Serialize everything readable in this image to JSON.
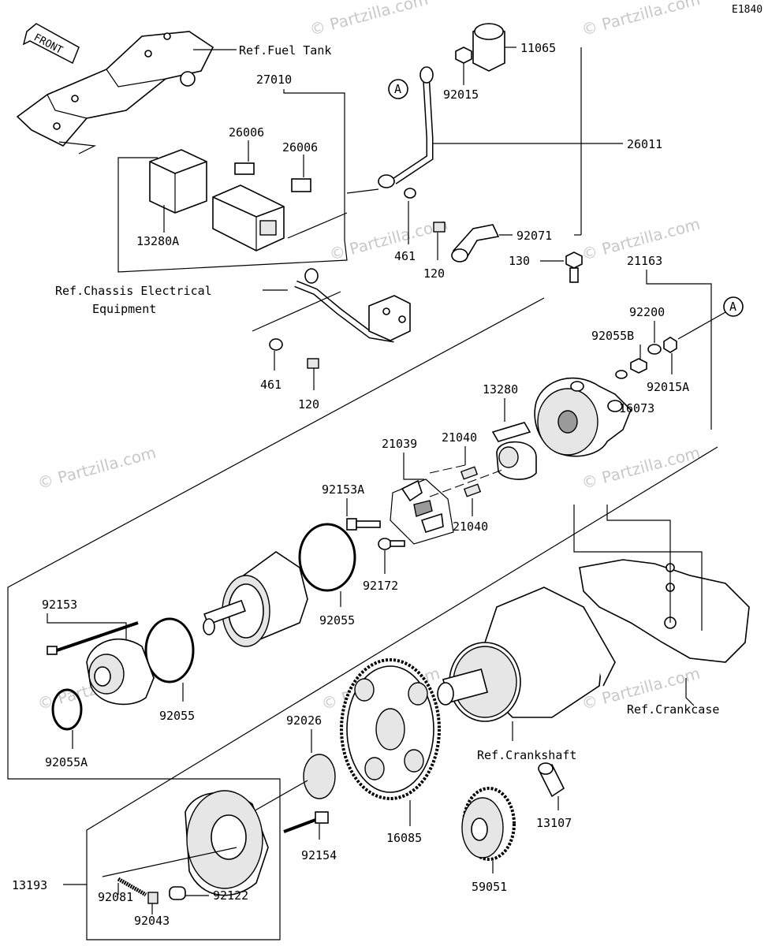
{
  "diagram_code": "E1840",
  "front_arrow": "FRONT",
  "watermark": "© Partzilla.com",
  "callout_a": "A",
  "labels": {
    "ref_fuel_tank": "Ref.Fuel Tank",
    "p11065": "11065",
    "p27010": "27010",
    "p92015": "92015",
    "p26006_a": "26006",
    "p26006_b": "26006",
    "p26011": "26011",
    "p13280a": "13280A",
    "p461_a": "461",
    "p120_a": "120",
    "p92071": "92071",
    "p130": "130",
    "p21163": "21163",
    "ref_chassis_1": "Ref.Chassis Electrical",
    "ref_chassis_2": "Equipment",
    "p92200": "92200",
    "p92055b": "92055B",
    "p461_b": "461",
    "p120_b": "120",
    "p92015a": "92015A",
    "p13280": "13280",
    "p16073": "16073",
    "p21039": "21039",
    "p21040_a": "21040",
    "p92153a": "92153A",
    "p21040_b": "21040",
    "p92172": "92172",
    "p92153": "92153",
    "p92055_a": "92055",
    "p92055_b": "92055",
    "p92055a": "92055A",
    "p92026": "92026",
    "ref_crankcase": "Ref.Crankcase",
    "ref_crankshaft": "Ref.Crankshaft",
    "p16085": "16085",
    "p13107": "13107",
    "p92154": "92154",
    "p13193": "13193",
    "p92122": "92122",
    "p92081": "92081",
    "p92043": "92043",
    "p59051": "59051"
  }
}
